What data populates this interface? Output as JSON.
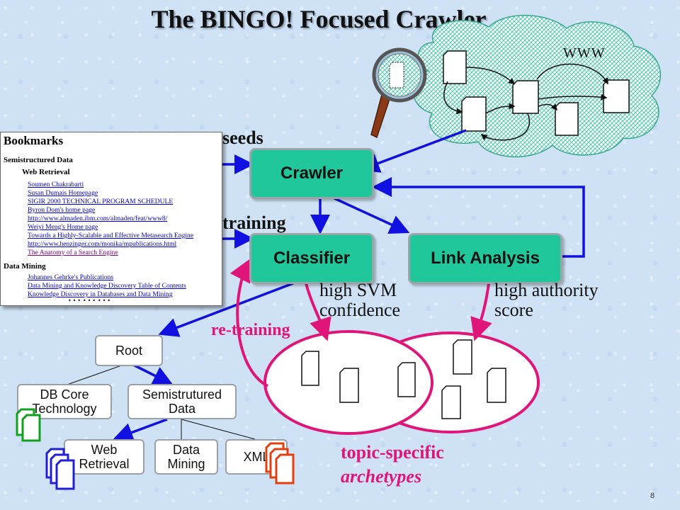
{
  "title": "The BINGO! Focused Crawler",
  "www_label": "WWW",
  "labels": {
    "seeds": "seeds",
    "training": "training",
    "re_training": "re-training",
    "high_svm_line1": "high SVM",
    "high_svm_line2": "confidence",
    "high_auth_line1": "high authority",
    "high_auth_line2": "score",
    "topic_line1": "topic-specific",
    "topic_line2": "archetypes"
  },
  "components": {
    "crawler": "Crawler",
    "classifier": "Classifier",
    "link_analysis": "Link Analysis"
  },
  "bookmarks": {
    "title": "Bookmarks",
    "section1": "Semistructured Data",
    "subsection1": "Web Retrieval",
    "links1": [
      "Soumen Chakrabarti",
      "Susan Dumais Homepage",
      "SIGIR 2000 TECHNICAL PROGRAM SCHEDULE",
      "Byron Dom's home page",
      "http://www.almaden.ibm.com/almaden/feat/www8/",
      "Weiyi Meng's Home page",
      "Towards a Highly-Scalable and Effective Metasearch Engine",
      "http://www.henzinger.com/monika/mpublications.html",
      "The Anatomy of a Search Engine"
    ],
    "section2": "Data Mining",
    "links2": [
      "Johannes Gehrke's Publications",
      "Data Mining and Knowledge Discovery Table of Contents",
      "Knowledge Discovery in Databases and Data Mining"
    ],
    "ellipsis": "………"
  },
  "tree": {
    "root": "Root",
    "db_core_l1": "DB Core",
    "db_core_l2": "Technology",
    "semi_l1": "Semistrutured",
    "semi_l2": "Data",
    "web_l1": "Web",
    "web_l2": "Retrieval",
    "dm_l1": "Data",
    "dm_l2": "Mining",
    "xml": "XML"
  },
  "page_number": "8",
  "colors": {
    "background": "#cfe2f5",
    "component_fill": "#1fc79a",
    "arrow_blue": "#1010e0",
    "accent_pink": "#e0157a",
    "doc_green": "#10a020",
    "doc_blue": "#2020d0",
    "doc_orange": "#e04010"
  }
}
